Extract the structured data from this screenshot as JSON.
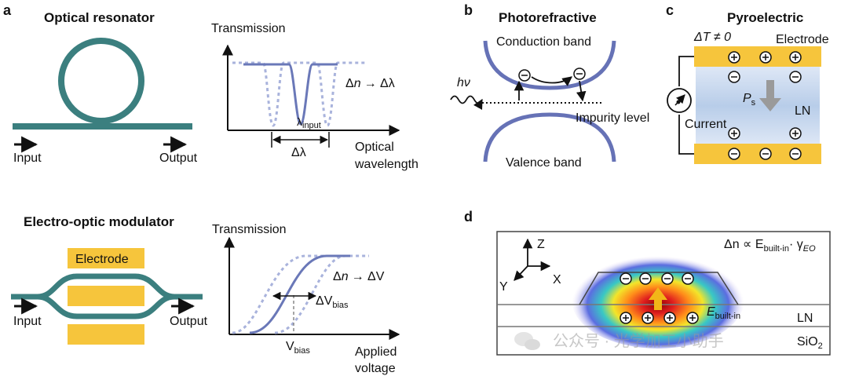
{
  "panels": {
    "a": {
      "letter": "a",
      "resonator_title": "Optical resonator",
      "input_label": "Input",
      "output_label": "Output",
      "transmission_axis": "Transmission",
      "wavelength_axis_line1": "Optical",
      "wavelength_axis_line2": "wavelength",
      "lambda_symbol": "λ",
      "lambda_sub": "input",
      "delta_lambda": "Δλ",
      "resonator_relation_lhs": "Δ",
      "resonator_relation_n": "n",
      "resonator_relation_rhs": "→ Δλ",
      "modulator_title": "Electro-optic modulator",
      "electrode_label": "Electrode",
      "modulator_input_label": "Input",
      "modulator_output_label": "Output",
      "modulator_transmission_axis": "Transmission",
      "voltage_axis_line1": "Applied",
      "voltage_axis_line2": "voltage",
      "delta_v": "ΔV",
      "delta_v_sub": "bias",
      "v_bias": "V",
      "v_bias_sub": "bias",
      "modulator_relation_lhs": "Δ",
      "modulator_relation_n": "n",
      "modulator_relation_rhs": "→ ΔV"
    },
    "b": {
      "letter": "b",
      "title": "Photorefractive",
      "conduction_band": "Conduction band",
      "valence_band": "Valence band",
      "impurity_level": "Impurity level",
      "photon": "hν"
    },
    "c": {
      "letter": "c",
      "title": "Pyroelectric",
      "delta_t": "ΔT ≠ 0",
      "electrode": "Electrode",
      "current": "Current",
      "ps": "P",
      "ps_sub": "s",
      "ln": "LN"
    },
    "d": {
      "letter": "d",
      "relation_prefix": "Δn ∝ E",
      "relation_sub": "built-in",
      "relation_mid": "· γ",
      "relation_sub2": "EO",
      "axis_z": "Z",
      "axis_x": "X",
      "axis_y": "Y",
      "e_builtin": "E",
      "e_builtin_sub": "built-in",
      "ln": "LN",
      "sio2": "SiO",
      "sio2_sub": "2"
    }
  },
  "watermark": "公众号 · 光学加工小助手",
  "colors": {
    "waveguide": "#3b7f7f",
    "curve": "#6a78b8",
    "curve_dashed": "#a9b3dc",
    "band": "#6672b6",
    "electrode": "#f6c53c",
    "crystal": "#c9d9ee",
    "arrow_orange": "#f2b618"
  }
}
